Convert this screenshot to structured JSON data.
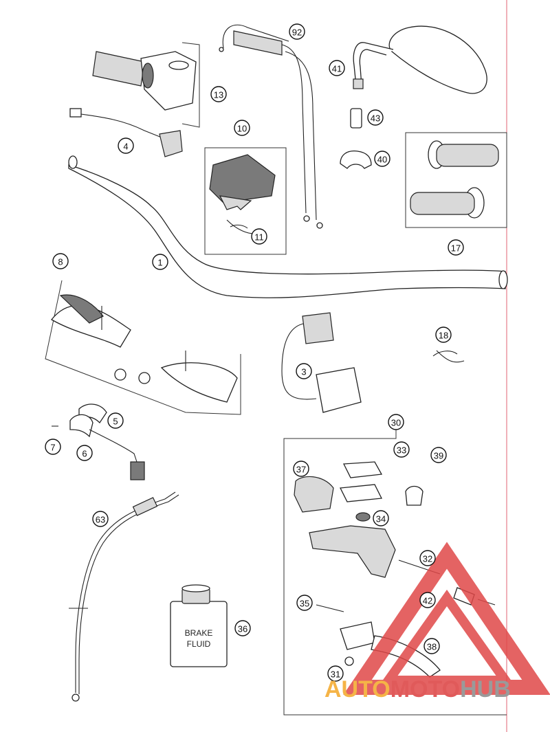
{
  "diagram": {
    "callouts": [
      "92",
      "13",
      "41",
      "4",
      "10",
      "43",
      "40",
      "11",
      "17",
      "8",
      "1",
      "18",
      "3",
      "5",
      "7",
      "6",
      "30",
      "33",
      "39",
      "37",
      "34",
      "63",
      "32",
      "42",
      "35",
      "36",
      "38",
      "31"
    ],
    "fluid_can_label": [
      "BRAKE",
      "FLUID"
    ],
    "watermark": {
      "part1": "AUTO",
      "part2": "MOTO",
      "part3": "HUB"
    },
    "colors": {
      "watermark_orange": "#f5b447",
      "watermark_red": "#e05a5a",
      "watermark_grey": "#9a9a9a",
      "triangle_red": "#e04848"
    }
  }
}
